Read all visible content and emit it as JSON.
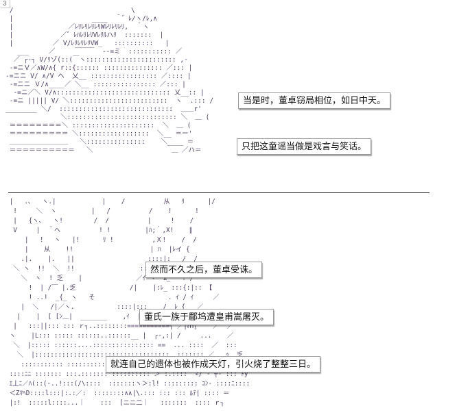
{
  "page_number": "3",
  "captions": [
    {
      "id": "cap1",
      "text": "当是时，董卓窃局相位，如日中天。"
    },
    {
      "id": "cap2",
      "text": "只把这童谣当做是戏言与笑话。"
    },
    {
      "id": "cap3",
      "text": "然而不久之后，董卓受诛。"
    },
    {
      "id": "cap4",
      "text": "董氏一族于郿坞遭皇甫嵩屠灭。"
    },
    {
      "id": "cap5",
      "text": "就连自己的遗体也被作成天灯，引火烧了整整三日。"
    }
  ],
  "art": {
    "top": " /                              \\\n |                    ____  ＾゛ﾚ/ヽ/ﾚ,∧\n |              ／ﾚﾘﾚﾘﾚﾘﾚﾘWﾚﾘﾚﾘﾚﾘ,  ＾ヽ\n |            ／゛ﾚﾊﾚﾘﾚﾘVﾚﾘﾙハﾘ  :::::::  |\n |          ／ V/ﾚﾘﾚﾘﾚﾘVW_   ::::::::::   |\n   ___     ／     ￣￣￣  --=ミ  ::::::::::: ／\n  ／ ┌‐┐ V/ﾘゾ(::(￣ヽ::::::::::::::::::::::: ,-\n -=ニＶ／∧W/∧{ r::{:::::: ::::::::::::::: ／::: |\n-=ニニ V/ ∧/V ヘ  乂__ ::::::::::::::::: ／:::: |\n -=ニニ Ｖ/∧____／ ＼__ :::::::::::::::: ／::: |\n  -=ニ／＼ V/∧::::::::::::::::::::::::::::: 乂__:: |\n -=ニ ||||| V/ ＼:::::::::::::::::::::::::  ヽ  .::: /\n________ ＼/  :::::::::::::::::::::::::::::  ＿＿r'\n              ＼:::::::::::::::::::::::::::: ＼  ＿ (\n ＝＝＝＝＝＝＝＝＼ :::::::::::::::::::::  ＼  ＿ (\n ＝＝＝＝＝＝＝＝＝ ＼::::::::::::::::::  ＼__ ＝ー'\n ＿＿＿＿＿＿＿＿＿   ＼:::::::::::::::    ＼____ ＝\n ＝＝＝＝＝＝＝＝＝＝   ＼                    ＿ ／ハ＝",
    "bottom": " |   ．、  ヽ.|            |    /          从   ﾘ      |/\n  !     ＼  ヽ         |   /          /    !      !\n  |   {ヽ、  ヽ!        /  /          |     !    /\n  V     |  ＾ヘ          ! !         |ﾊ;｀,X!    ∥\n     |   ！  ヽ   |!      ﾘ !          ,Ｘ!    /  /\n     |    从    !!                    | ﾊ  |ﾚイ {\n    .|.    |.   ||                   ::::|:   /  /\n  ＼ ヽ  !!  ＼  !!                 ::::/:ｽ/ﾉ  |  /\n    ＼  ヽ  ! 乏    |              ／ｲ ヽ  ﾑ_   ! /\n      !  | /￣ |.乏              /|    |:ﾚ_ :::{:|:: 【\n      ! ..!  _{_ ヽ   そ                   . ｲ / ｲ     ／\n    |  ＼   /|／ヽ.           ::::|:::    /  ﾚ {   ／\n   |    |  [ [ﾝ＿|  _______    ,ｲ  |  ┌─   ／   :::.  ／\n  |   :::||::: ::: ｒ┐..::::::::===========┐ ／|ｍ|    ／  ／\n ヽ    |L::: ::::: ::::::..::::::__ |  ┌‐,:| /     ...    ／\n  ＼  |::::: ::::::....:::::::::::::::: ==  ... ::::  ／  :::\n   ＼  |:::::::::::::::::::::::::::::::::::  ::::::: ／   ｩ  乏\n    ::::::::::: :::::::::::::::: ::: :::::::::::: ／    ﾌ  ::::\n ::::ﾆﾆ ::::::: :::.::::::: :::::::::: ＞ :.::::  ∠/ ‐ ┬‐ ::: ﾄy\n ｴ丄ﾆ／ﾊ(::(-..!:::(/\\::::  :::::::ヽ＞:l! ::::::::: ﾕﾝ‐ ::::ﾆ::::\n ＜ZﾏﾍD::::l:::|:.:／:  ::::::::∧∧|\\.::: ::: ::: ﾙﾃ| :::: ＝\n |:!  :::::l::::...｜    :::  [ニニ二｜   :::::::  :::: ｒ┐"
  },
  "colors": {
    "art": "#4a3a60",
    "caption_border": "#9a9a9a",
    "divider": "#333333"
  }
}
